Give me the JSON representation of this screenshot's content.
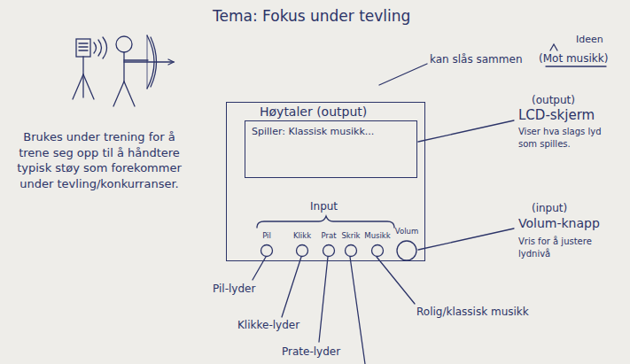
{
  "diagram": {
    "title": "Tema: Fokus under tevling",
    "nodes": [
      {
        "text": [
          "Høytaler (output)"
        ]
      },
      {
        "text": [
          "Spiller: Klassisk musikk..."
        ],
        "in": 0
      },
      {
        "text": [
          "Pil"
        ],
        "in": 0
      },
      {
        "text": [
          "Klikk"
        ],
        "in": 0
      },
      {
        "text": [
          "Prat"
        ],
        "in": 0
      },
      {
        "text": [
          "Skrik"
        ],
        "in": 0
      },
      {
        "text": [
          "Musikk"
        ],
        "in": 0
      },
      {
        "text": [
          "Volum"
        ],
        "in": 0
      }
    ],
    "labels": [
      "Brukes under trening for å trene seg opp til å håndtere typisk støy som forekommer under tevling/konkurranser.",
      "kan slås sammen",
      "Ideen",
      "(Mot musikk)",
      "(output)",
      "LCD-skjerm",
      "Viser hva slags lyd som spilles.",
      "Input",
      "(input)",
      "Volum-knapp",
      "Vris for å justere lydnivå",
      "Pil-lyder",
      "Klikke-lyder",
      "Prate-lyder",
      "Rolig/klassisk musikk"
    ]
  }
}
